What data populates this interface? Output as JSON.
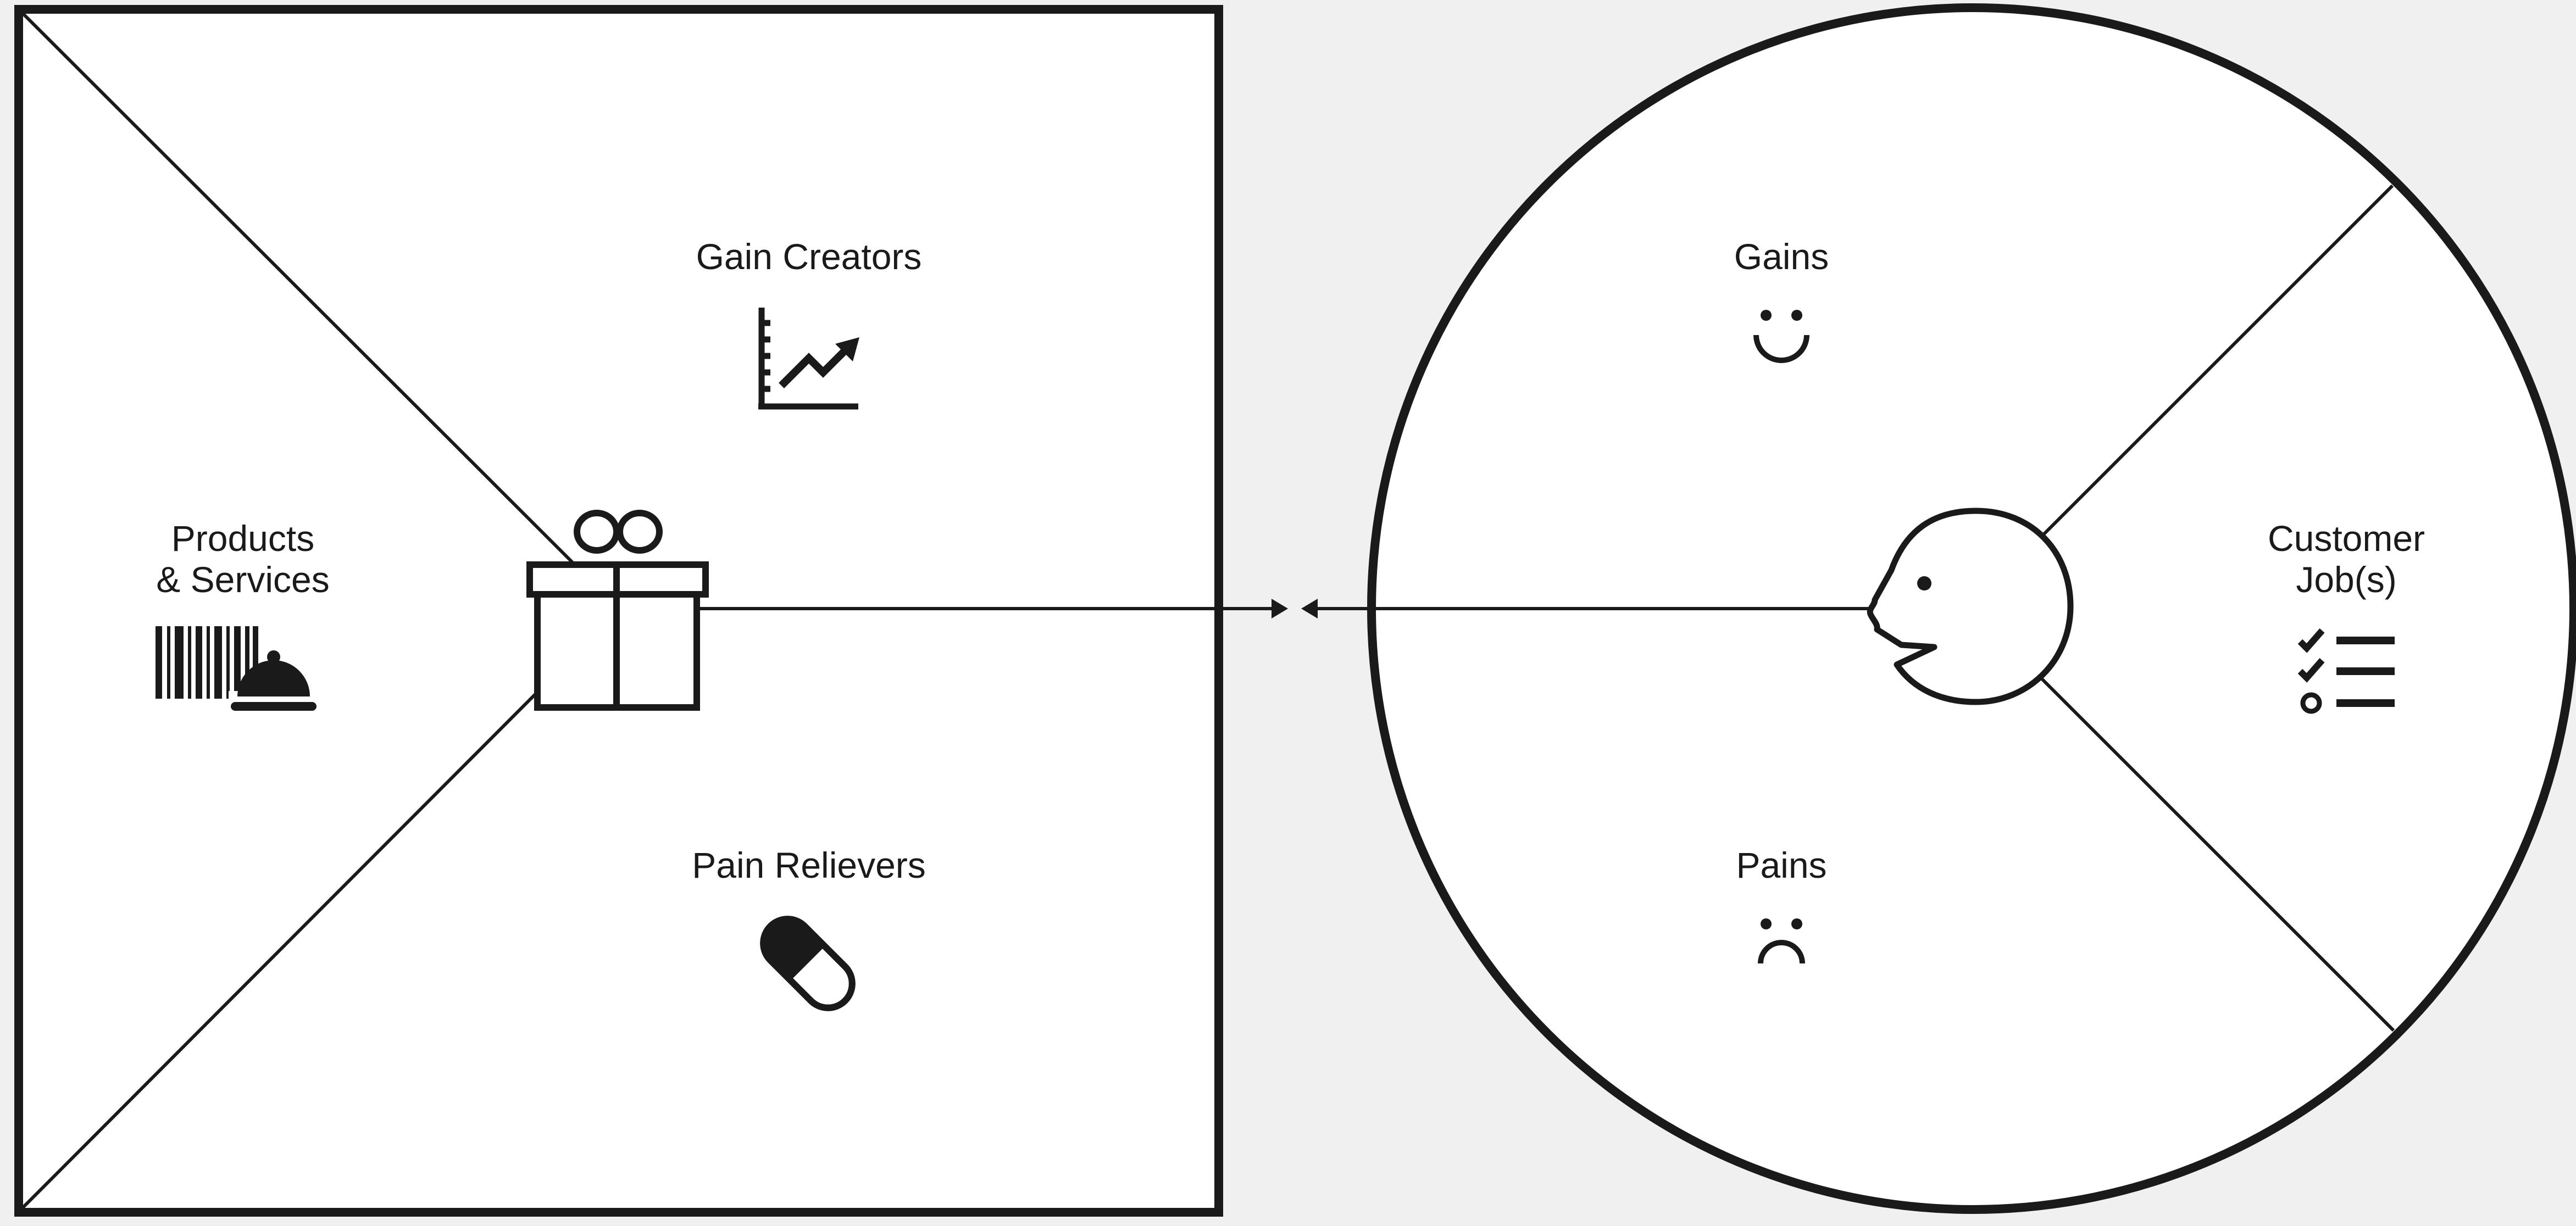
{
  "value_map": {
    "products_services_label_line1": "Products",
    "products_services_label_line2": "& Services",
    "gain_creators_label": "Gain Creators",
    "pain_relievers_label": "Pain Relievers"
  },
  "customer_profile": {
    "gains_label": "Gains",
    "pains_label": "Pains",
    "customer_jobs_label_line1": "Customer",
    "customer_jobs_label_line2": "Job(s)"
  },
  "colors": {
    "background": "#f0f0f0",
    "panel_fill": "#ffffff",
    "ink": "#1a1a1a"
  },
  "icons": {
    "products_services": "barcode-and-cloche-icon",
    "gain_creators": "growth-chart-icon",
    "pain_relievers": "pill-capsule-icon",
    "value_proposition": "gift-box-icon",
    "gains": "smile-face-icon",
    "pains": "frown-face-icon",
    "customer_jobs": "checklist-icon",
    "customer": "head-profile-icon"
  }
}
